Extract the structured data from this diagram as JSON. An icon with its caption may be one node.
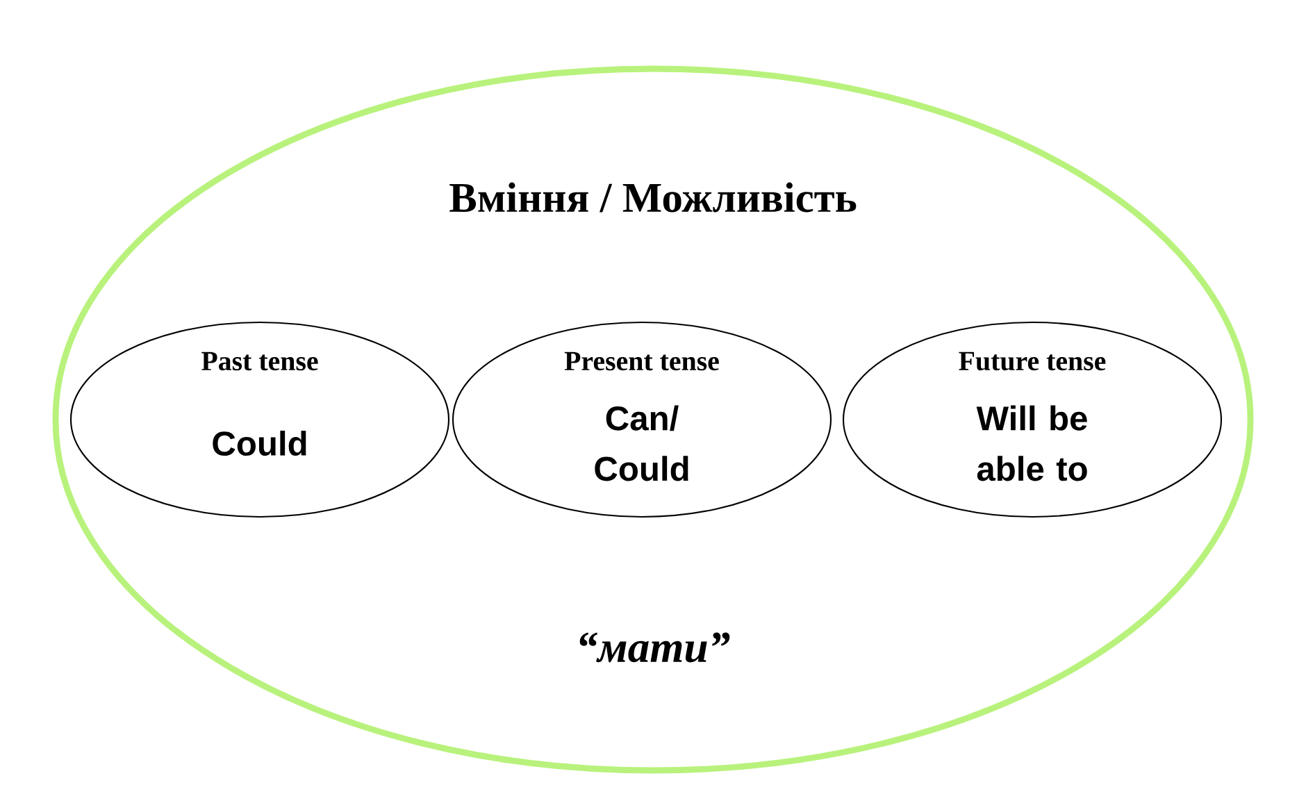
{
  "diagram": {
    "nodes": [
      {
        "text": [
          "Вміння / Можливість",
          "“мати”"
        ]
      },
      {
        "text": [
          "Past tense",
          "Could"
        ],
        "in": 0
      },
      {
        "text": [
          "Present tense",
          "Can/ Could"
        ],
        "in": 0
      },
      {
        "text": [
          "Future tense",
          "Will be able to"
        ],
        "in": 0
      }
    ]
  }
}
